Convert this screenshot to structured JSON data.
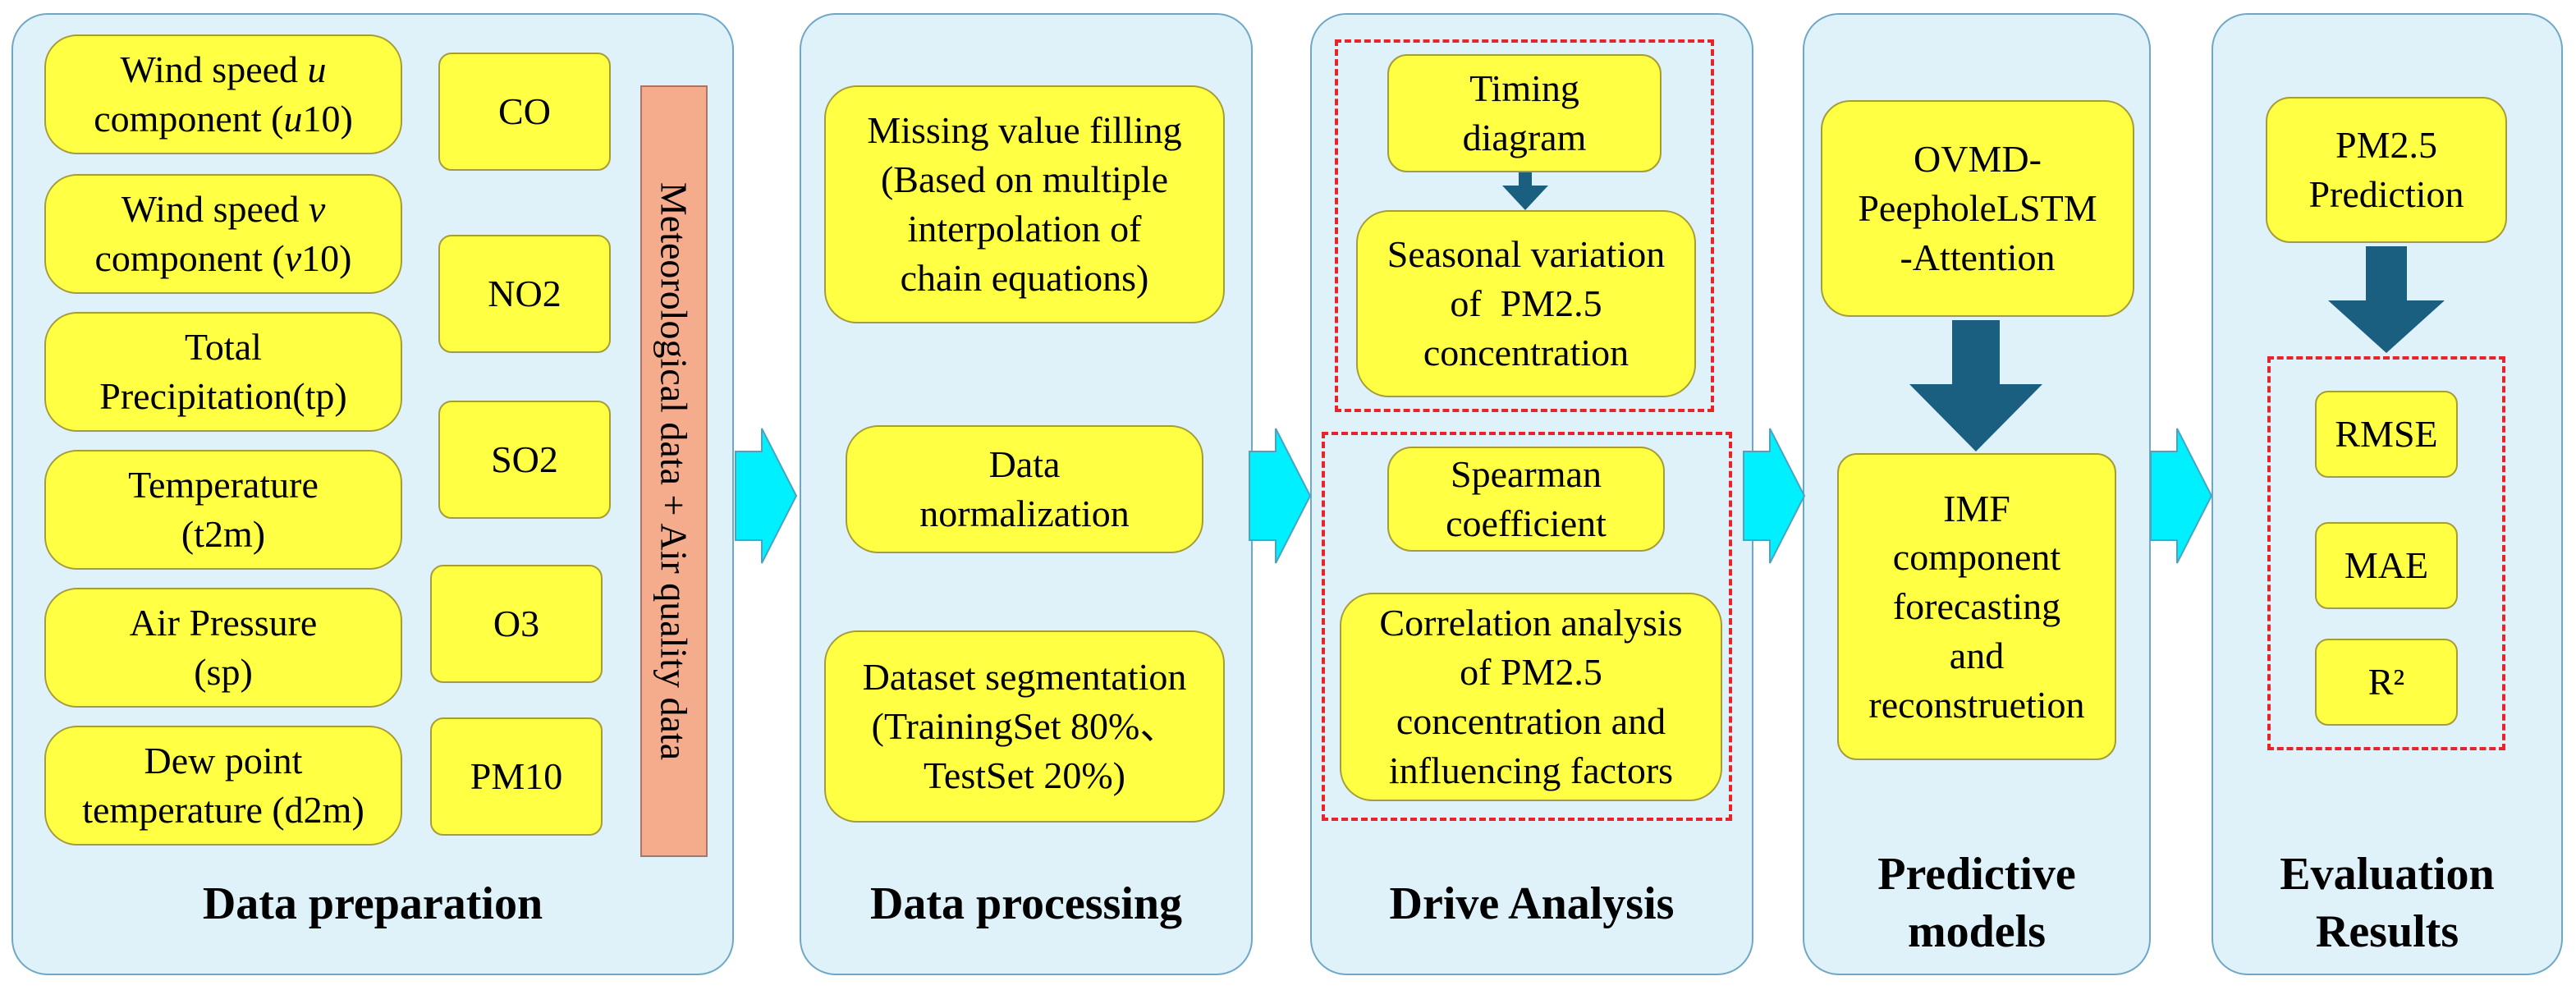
{
  "panels": {
    "data_preparation": {
      "title": "Data preparation",
      "meteorological": [
        {
          "line1_a": "Wind speed ",
          "line1_var": "u",
          "line1_b": "",
          "line2_a": "component (",
          "line2_var": "u",
          "line2_b": "10)"
        },
        {
          "line1_a": "Wind speed ",
          "line1_var": "v",
          "line1_b": "",
          "line2_a": "component (",
          "line2_var": "v",
          "line2_b": "10)"
        },
        {
          "line1": "Total",
          "line2": "Precipitation(tp)"
        },
        {
          "line1": "Temperature",
          "line2": "(t2m)"
        },
        {
          "line1": "Air Pressure",
          "line2": "(sp)"
        },
        {
          "line1": "Dew point",
          "line2": "temperature (d2m)"
        }
      ],
      "air_quality": [
        "CO",
        "NO2",
        "SO2",
        "O3",
        "PM10"
      ],
      "side_label": "Meteorological data + Air quality data"
    },
    "data_processing": {
      "title": "Data processing",
      "steps": [
        {
          "lines": [
            "Missing value filling",
            "(Based on multiple",
            "interpolation of",
            "chain equations)"
          ]
        },
        {
          "lines": [
            "Data",
            "normalization"
          ]
        },
        {
          "lines": [
            "Dataset segmentation",
            "(TrainingSet 80%、",
            "TestSet 20%)"
          ]
        }
      ]
    },
    "drive_analysis": {
      "title": "Drive Analysis",
      "group1": [
        {
          "lines": [
            "Timing",
            "diagram"
          ]
        },
        {
          "lines": [
            "Seasonal variation",
            "of  PM2.5",
            "concentration"
          ]
        }
      ],
      "group2": [
        {
          "lines": [
            "Spearman",
            "coefficient"
          ]
        },
        {
          "lines": [
            "Correlation analysis",
            "of PM2.5",
            "concentration and",
            "influencing factors"
          ]
        }
      ]
    },
    "predictive_models": {
      "title_line1": "Predictive",
      "title_line2": "models",
      "model": {
        "lines": [
          "OVMD-",
          "PeepholeLSTM",
          "-Attention"
        ]
      },
      "forecast": {
        "lines": [
          "IMF",
          "component",
          "forecasting",
          "and",
          "reconstruetion"
        ]
      }
    },
    "evaluation_results": {
      "title_line1": "Evaluation",
      "title_line2": "Results",
      "prediction": {
        "lines": [
          "PM2.5",
          "Prediction"
        ]
      },
      "metrics": [
        "RMSE",
        "MAE",
        "R²"
      ]
    }
  },
  "colors": {
    "panel_fill": "#dff1f9",
    "panel_border": "#6fa8c6",
    "box_fill": "#ffff44",
    "box_border": "#a59c3a",
    "side_fill": "#f5ac8c",
    "dash": "#e8242b",
    "flow_arrow": "#00f0ff",
    "down_arrow": "#1a5f7f"
  }
}
